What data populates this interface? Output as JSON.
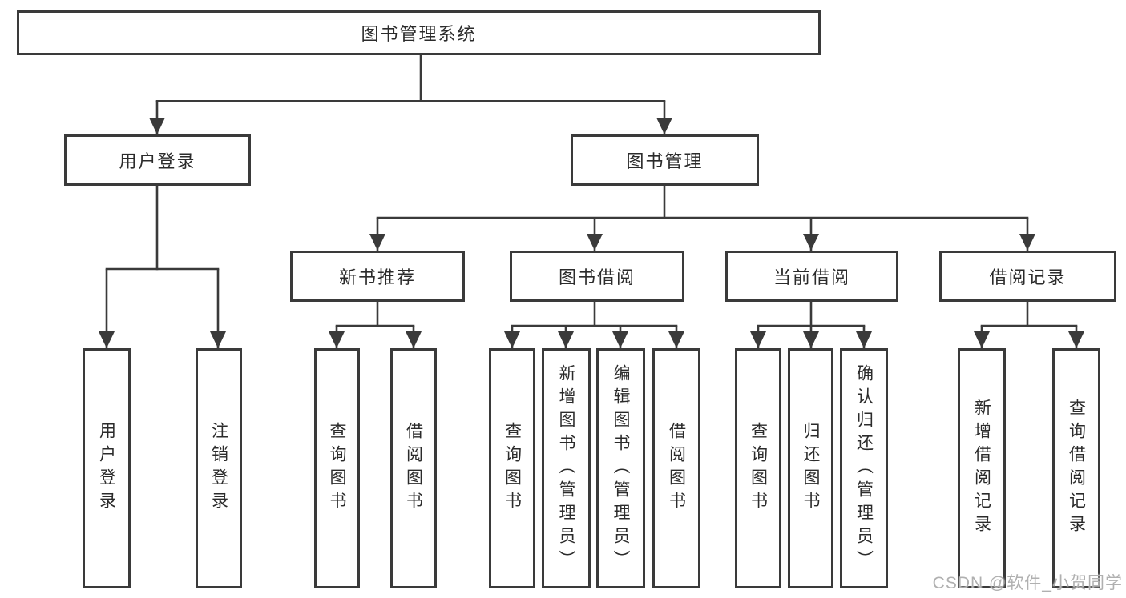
{
  "tree": {
    "root": "图书管理系统",
    "branches": [
      {
        "label": "用户登录",
        "children": [
          "用户登录",
          "注销登录"
        ]
      },
      {
        "label": "图书管理",
        "groups": [
          {
            "label": "新书推荐",
            "children": [
              "查询图书",
              "借阅图书"
            ]
          },
          {
            "label": "图书借阅",
            "children": [
              "查询图书",
              "新增图书（管理员）",
              "编辑图书（管理员）",
              "借阅图书"
            ]
          },
          {
            "label": "当前借阅",
            "children": [
              "查询图书",
              "归还图书",
              "确认归还（管理员）"
            ]
          },
          {
            "label": "借阅记录",
            "children": [
              "新增借阅记录",
              "查询借阅记录"
            ]
          }
        ]
      }
    ]
  },
  "watermark": {
    "text": "CSDN @软件_小贺同学"
  },
  "colors": {
    "line": "#3a3a3a",
    "text": "#2b2b2b",
    "box_background": "#ffffff",
    "watermark": "#b0b0b0"
  }
}
